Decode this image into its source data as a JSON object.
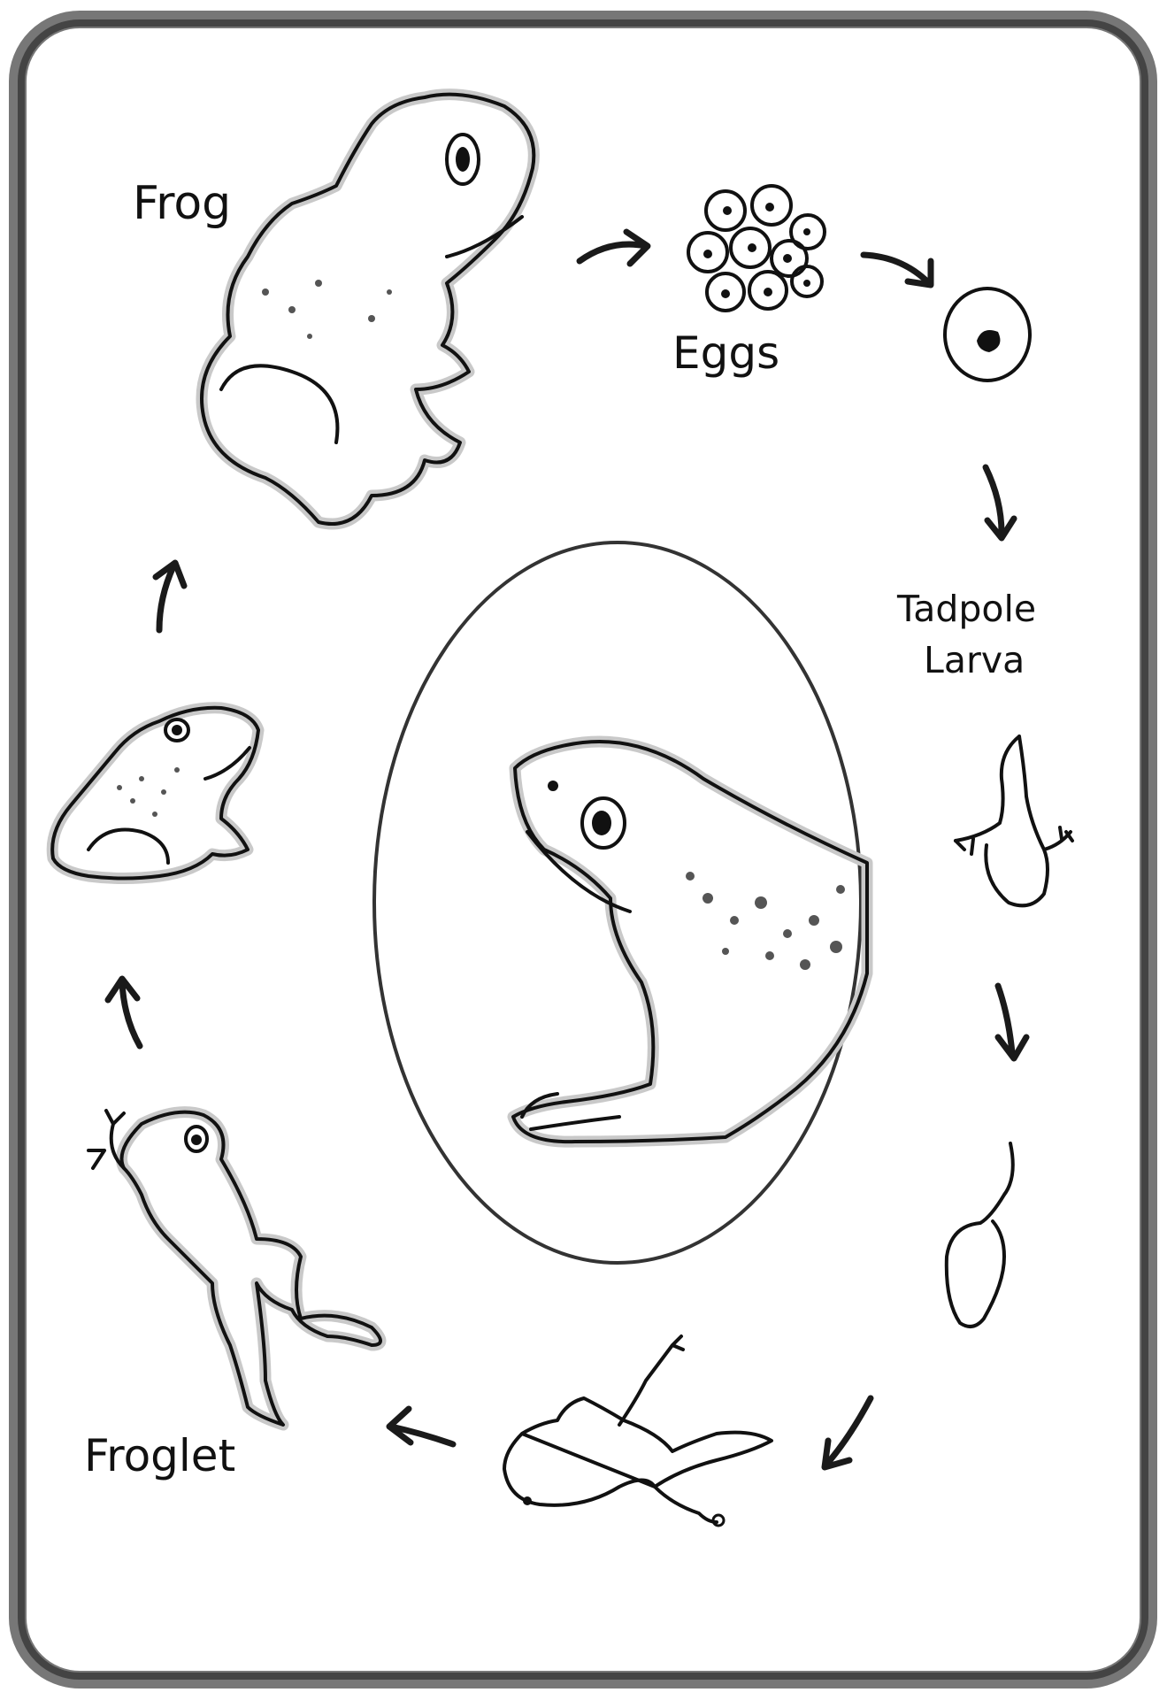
{
  "labels": {
    "frog": "Frog",
    "eggs": "Eggs",
    "tadpole_line1": "Tadpole",
    "tadpole_line2": "Larva",
    "froglet": "Froglet"
  },
  "colors": {
    "ink": "#111111",
    "frame": "#555555",
    "halo": "#c9c9c9",
    "background": "#ffffff"
  }
}
